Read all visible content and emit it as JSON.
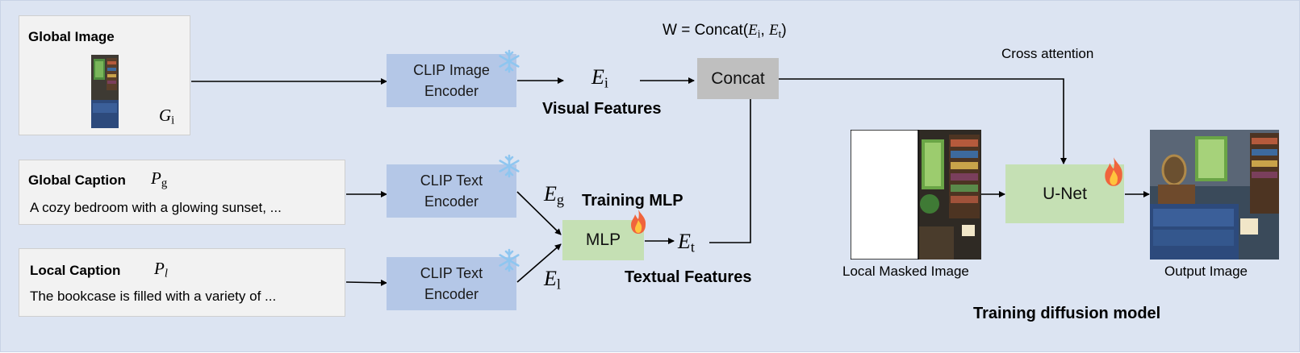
{
  "global_image": {
    "title": "Global Image",
    "symbol": "G",
    "symbol_sub": "i"
  },
  "global_caption": {
    "title": "Global Caption",
    "symbol": "P",
    "symbol_sub": "g",
    "text": "A cozy bedroom with a glowing sunset, ..."
  },
  "local_caption": {
    "title": "Local Caption",
    "symbol": "P",
    "symbol_sub": "l",
    "text": "The bookcase is filled with a variety of ..."
  },
  "encoders": {
    "image": [
      "CLIP Image",
      "Encoder"
    ],
    "text_global": [
      "CLIP Text",
      "Encoder"
    ],
    "text_local": [
      "CLIP Text",
      "Encoder"
    ]
  },
  "features": {
    "ei": {
      "symbol": "E",
      "sub": "i"
    },
    "eg": {
      "symbol": "E",
      "sub": "g"
    },
    "el": {
      "symbol": "E",
      "sub": "l"
    },
    "et": {
      "symbol": "E",
      "sub": "t"
    },
    "visual_label": "Visual Features",
    "textual_label": "Textual Features"
  },
  "mlp": {
    "label": "MLP",
    "caption": "Training MLP"
  },
  "concat": {
    "label": "Concat",
    "formula_prefix": "W = Concat(",
    "formula_a": "E",
    "formula_a_sub": "i",
    "formula_sep": ", ",
    "formula_b": "E",
    "formula_b_sub": "t",
    "formula_suffix": ")"
  },
  "cross_attention": "Cross attention",
  "unet": {
    "label": "U-Net"
  },
  "local_masked_image": {
    "label": "Local Masked Image"
  },
  "output_image": {
    "label": "Output Image"
  },
  "training_diffusion": "Training diffusion model",
  "icons": {
    "frozen": "snowflake-icon",
    "trainable": "fire-icon"
  },
  "colors": {
    "background": "#dce4f2",
    "encoder": "#b4c7e7",
    "trainable_block": "#c5e0b4",
    "concat": "#bfbfbf",
    "panel": "#f2f2f2",
    "snowflake": "#8ec6f0",
    "fire": "#f0643c"
  }
}
